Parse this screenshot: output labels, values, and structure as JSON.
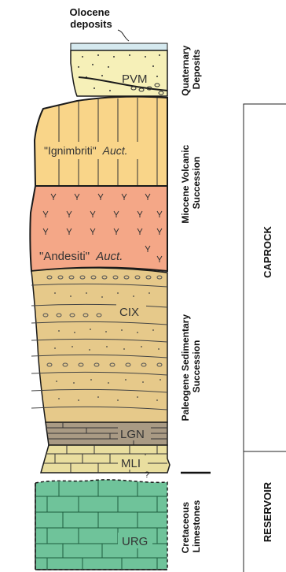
{
  "top_annotation": {
    "line1": "Olocene",
    "line2": "deposits"
  },
  "units": {
    "pvm": "PVM",
    "ignimbriti_quote": "\"Ignimbriti\"",
    "ignimbriti_auct": "Auct.",
    "andesiti_quote": "\"Andesiti\"",
    "andesiti_auct": "Auct.",
    "cix": "CIX",
    "lgn": "LGN",
    "mli": "MLI",
    "urg": "URG"
  },
  "uncertain_contact_mark": "?",
  "successions": {
    "quaternary": {
      "line1": "Quaternary",
      "line2": "Deposits"
    },
    "miocene": {
      "line1": "Miocene Volcanic",
      "line2": "Succession"
    },
    "paleogene": {
      "line1": "Paleogene Sedimentary",
      "line2": "Succession"
    },
    "cretaceous": {
      "line1": "Cretaceous",
      "line2": "Limestones"
    }
  },
  "brackets": {
    "caprock": "CAPROCK",
    "reservoir": "RESERVOIR"
  },
  "colors": {
    "quaternary_fill": "#f6f0b8",
    "olocene_fill": "#d5e9ef",
    "ignimbriti_fill": "#f9d589",
    "andesiti_fill": "#f4a787",
    "paleogene_fill": "#e6c98a",
    "lgn_fill": "#a99a84",
    "mli_fill": "#e9de9f",
    "urg_fill": "#6fc39a",
    "outline": "#1a1a1a"
  }
}
